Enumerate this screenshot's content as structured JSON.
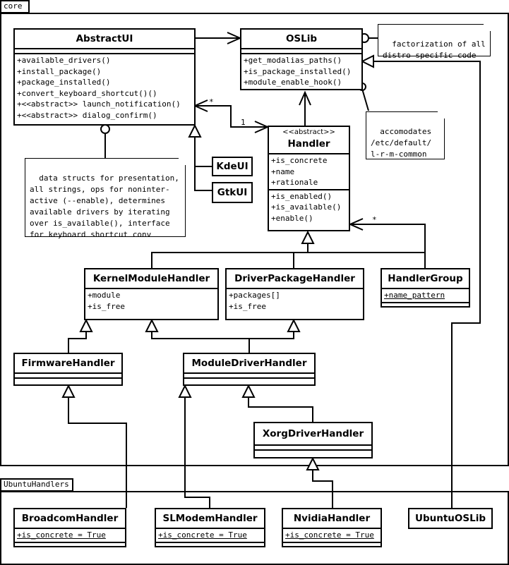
{
  "packages": {
    "core": "core",
    "ubuntu": "UbuntuHandlers"
  },
  "classes": {
    "abstract_ui": {
      "name": "AbstractUI",
      "ops": [
        "+available_drivers()",
        "+install_package()",
        "+package_installed()",
        "+convert_keyboard_shortcut()()",
        "+<<abstract>> launch_notification()",
        "+<<abstract>> dialog_confirm()"
      ]
    },
    "oslib": {
      "name": "OSLib",
      "ops": [
        "+get_modalias_paths()",
        "+is_package_installed()",
        "+module_enable_hook()"
      ]
    },
    "handler": {
      "stereotype": "<<abstract>>",
      "name": "Handler",
      "attrs": [
        "+is_concrete",
        "+name",
        "+rationale"
      ],
      "ops": [
        "+is_enabled()",
        "+is_available()",
        "+enable()"
      ]
    },
    "kdeui": {
      "name": "KdeUI"
    },
    "gtkui": {
      "name": "GtkUI"
    },
    "kernel_module_handler": {
      "name": "KernelModuleHandler",
      "attrs": [
        "+module",
        "+is_free"
      ]
    },
    "driver_package_handler": {
      "name": "DriverPackageHandler",
      "attrs": [
        "+packages[]",
        "+is_free"
      ]
    },
    "handler_group": {
      "name": "HandlerGroup",
      "attrs": [
        "+name_pattern"
      ]
    },
    "firmware_handler": {
      "name": "FirmwareHandler"
    },
    "module_driver_handler": {
      "name": "ModuleDriverHandler"
    },
    "xorg_driver_handler": {
      "name": "XorgDriverHandler"
    },
    "broadcom_handler": {
      "name": "BroadcomHandler",
      "attrs": [
        "+is_concrete = True"
      ]
    },
    "slmodem_handler": {
      "name": "SLModemHandler",
      "attrs": [
        "+is_concrete = True"
      ]
    },
    "nvidia_handler": {
      "name": "NvidiaHandler",
      "attrs": [
        "+is_concrete = True"
      ]
    },
    "ubuntu_oslib": {
      "name": "UbuntuOSLib"
    }
  },
  "notes": {
    "factorization": "factorization of all\ndistro specific code",
    "accomodates": "accomodates\n/etc/default/\nl-r-m-common",
    "data_structs": "data structs for presentation,\nall strings, ops for noninter-\nactive (--enable), determines\navailable drivers by iterating\nover is_available(), interface\nfor keyboard shortcut conv"
  },
  "multiplicities": {
    "ui_handler_many": "*",
    "ui_handler_one": "1",
    "group_handler_many": "*"
  }
}
